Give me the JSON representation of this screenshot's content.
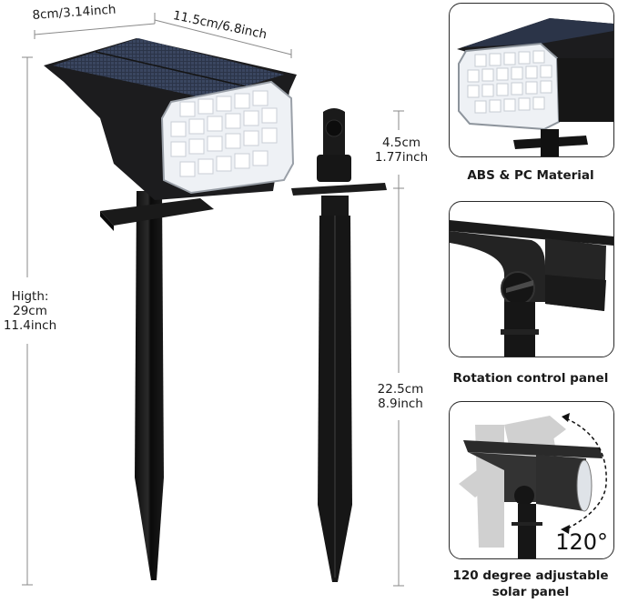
{
  "dimensions": {
    "panel_width": "8cm/3.14inch",
    "panel_depth": "11.5cm/6.8inch",
    "height": {
      "label": "Higth:",
      "cm": "29cm",
      "inch": "11.4inch"
    },
    "bracket": {
      "cm": "4.5cm",
      "inch": "1.77inch"
    },
    "stake": {
      "cm": "22.5cm",
      "inch": "8.9inch"
    }
  },
  "features": [
    {
      "caption": "ABS & PC Material"
    },
    {
      "caption": "Rotation control panel"
    },
    {
      "caption_line1": "120 degree adjustable",
      "caption_line2": "solar panel",
      "angle_label": "120°"
    }
  ],
  "colors": {
    "product_body": "#1c1c1e",
    "solar_panel": "#2b3448",
    "led_face": "#eef1f5",
    "dimension_line": "#8a8a8a",
    "panel_border": "#2a2a2a"
  }
}
